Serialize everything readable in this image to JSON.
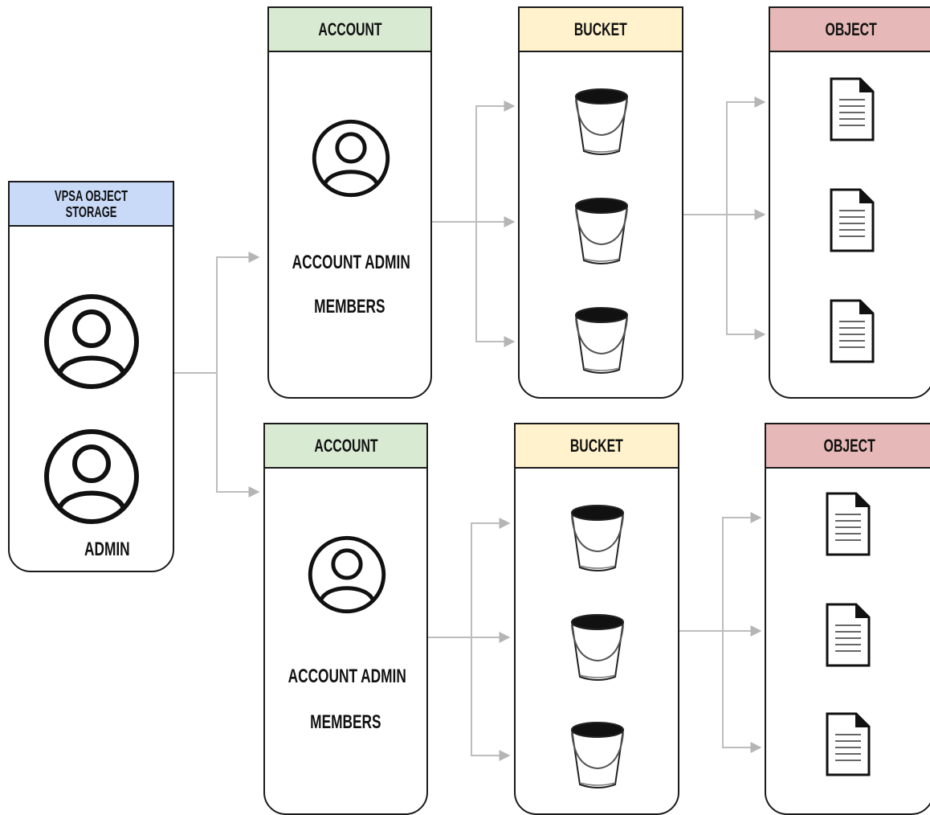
{
  "root": {
    "header": "VPSA OBJECT STORAGE",
    "label": "ADMIN",
    "header_color": "#c9daf8",
    "icons": [
      "user-icon",
      "user-icon"
    ]
  },
  "accounts": [
    {
      "header": "ACCOUNT",
      "label_line1": "ACCOUNT ADMIN",
      "label_line2": "MEMBERS",
      "header_color": "#d9ead3",
      "icon": "user-icon"
    },
    {
      "header": "ACCOUNT",
      "label_line1": "ACCOUNT ADMIN",
      "label_line2": "MEMBERS",
      "header_color": "#d9ead3",
      "icon": "user-icon"
    }
  ],
  "buckets": [
    {
      "header": "BUCKET",
      "header_color": "#fff2cc",
      "icons": [
        "bucket-icon",
        "bucket-icon",
        "bucket-icon"
      ]
    },
    {
      "header": "BUCKET",
      "header_color": "#fff2cc",
      "icons": [
        "bucket-icon",
        "bucket-icon",
        "bucket-icon"
      ]
    }
  ],
  "objects": [
    {
      "header": "OBJECT",
      "header_color": "#e6b8b7",
      "icons": [
        "document-icon",
        "document-icon",
        "document-icon"
      ]
    },
    {
      "header": "OBJECT",
      "header_color": "#e6b8b7",
      "icons": [
        "document-icon",
        "document-icon",
        "document-icon"
      ]
    }
  ],
  "connector_color": "#bdbdbd"
}
